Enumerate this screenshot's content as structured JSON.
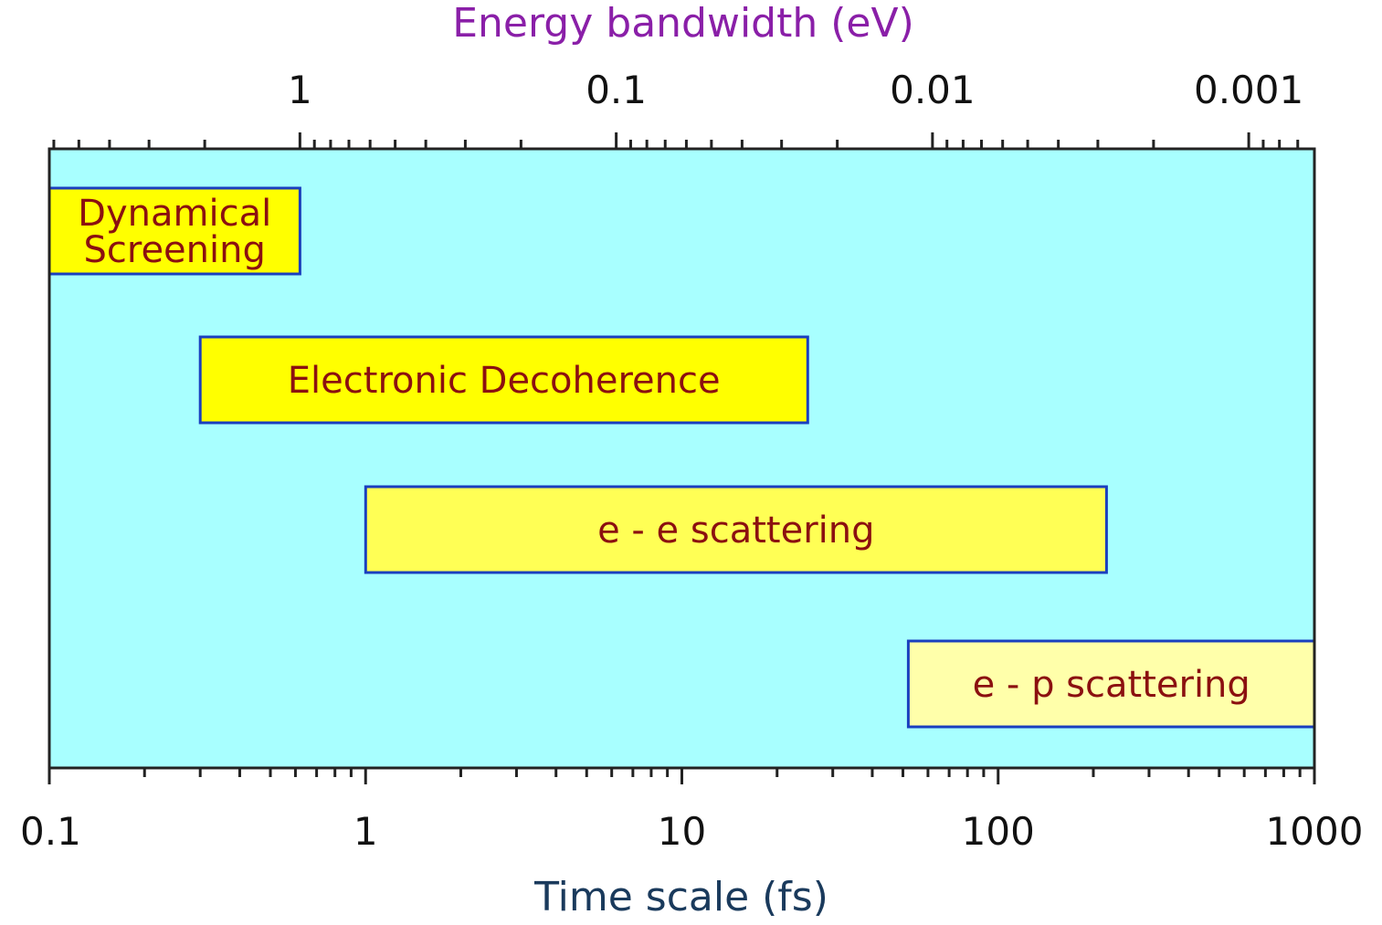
{
  "chart_data": {
    "type": "bar",
    "orientation": "horizontal",
    "bottom_axis": {
      "label": "Time scale (fs)",
      "scale": "log",
      "range": [
        0.1,
        1000
      ],
      "ticks": [
        {
          "value": 0.1,
          "label": "0.1"
        },
        {
          "value": 1,
          "label": "1"
        },
        {
          "value": 10,
          "label": "10"
        },
        {
          "value": 100,
          "label": "100"
        },
        {
          "value": 1000,
          "label": "1000"
        }
      ]
    },
    "top_axis": {
      "label": "Energy bandwidth (eV)",
      "scale": "log",
      "ticks": [
        {
          "value": 1,
          "label": "1"
        },
        {
          "value": 0.1,
          "label": "0.1"
        },
        {
          "value": 0.01,
          "label": "0.01"
        },
        {
          "value": 0.001,
          "label": "0.001"
        }
      ]
    },
    "bars": [
      {
        "lines": [
          "Dynamical",
          "Screening"
        ],
        "start": 0.1,
        "end": 0.62,
        "color": "#ffff00"
      },
      {
        "lines": [
          "Electronic Decoherence"
        ],
        "start": 0.3,
        "end": 25,
        "color": "#ffff00"
      },
      {
        "lines": [
          "e - e scattering"
        ],
        "start": 1.0,
        "end": 220,
        "color": "#ffff55"
      },
      {
        "lines": [
          "e - p scattering"
        ],
        "start": 52,
        "end": 1000,
        "color": "#ffffaa"
      }
    ],
    "colors": {
      "plot_background": "#a8ffff",
      "bar_border": "#1a3fbf",
      "bar_text": "#8b1010",
      "bottom_axis_title": "#1a3a5c",
      "top_axis_title": "#8a1fa8"
    },
    "grid": false
  }
}
